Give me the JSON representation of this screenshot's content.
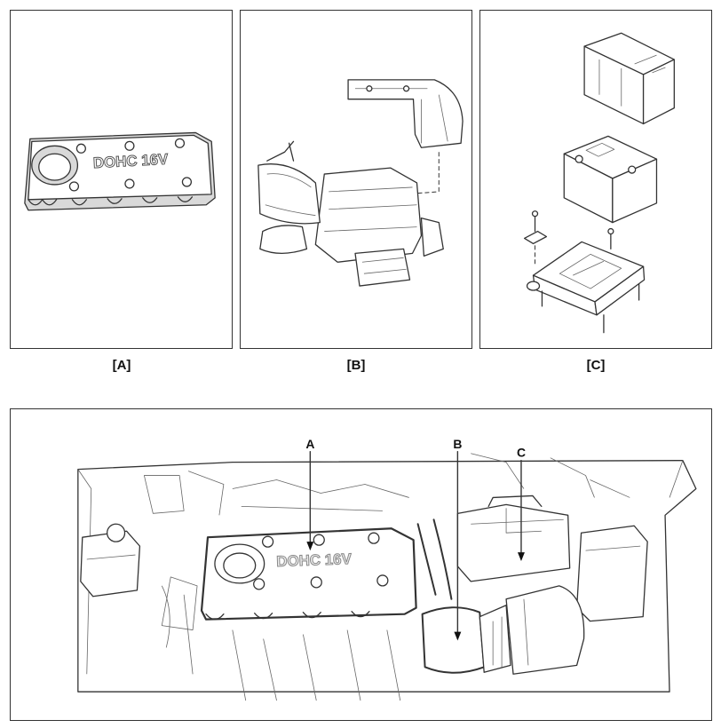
{
  "panels": {
    "a": {
      "caption": "[A]",
      "emboss": "DOHC 16V"
    },
    "b": {
      "caption": "[B]"
    },
    "c": {
      "caption": "[C]"
    }
  },
  "engine_bay": {
    "emboss": "DOHC 16V",
    "callouts": [
      "A",
      "B",
      "C"
    ]
  },
  "icons": [
    "engine-cover-icon",
    "air-cleaner-icon",
    "battery-icon",
    "battery-tray-icon",
    "engine-bay-icon"
  ]
}
